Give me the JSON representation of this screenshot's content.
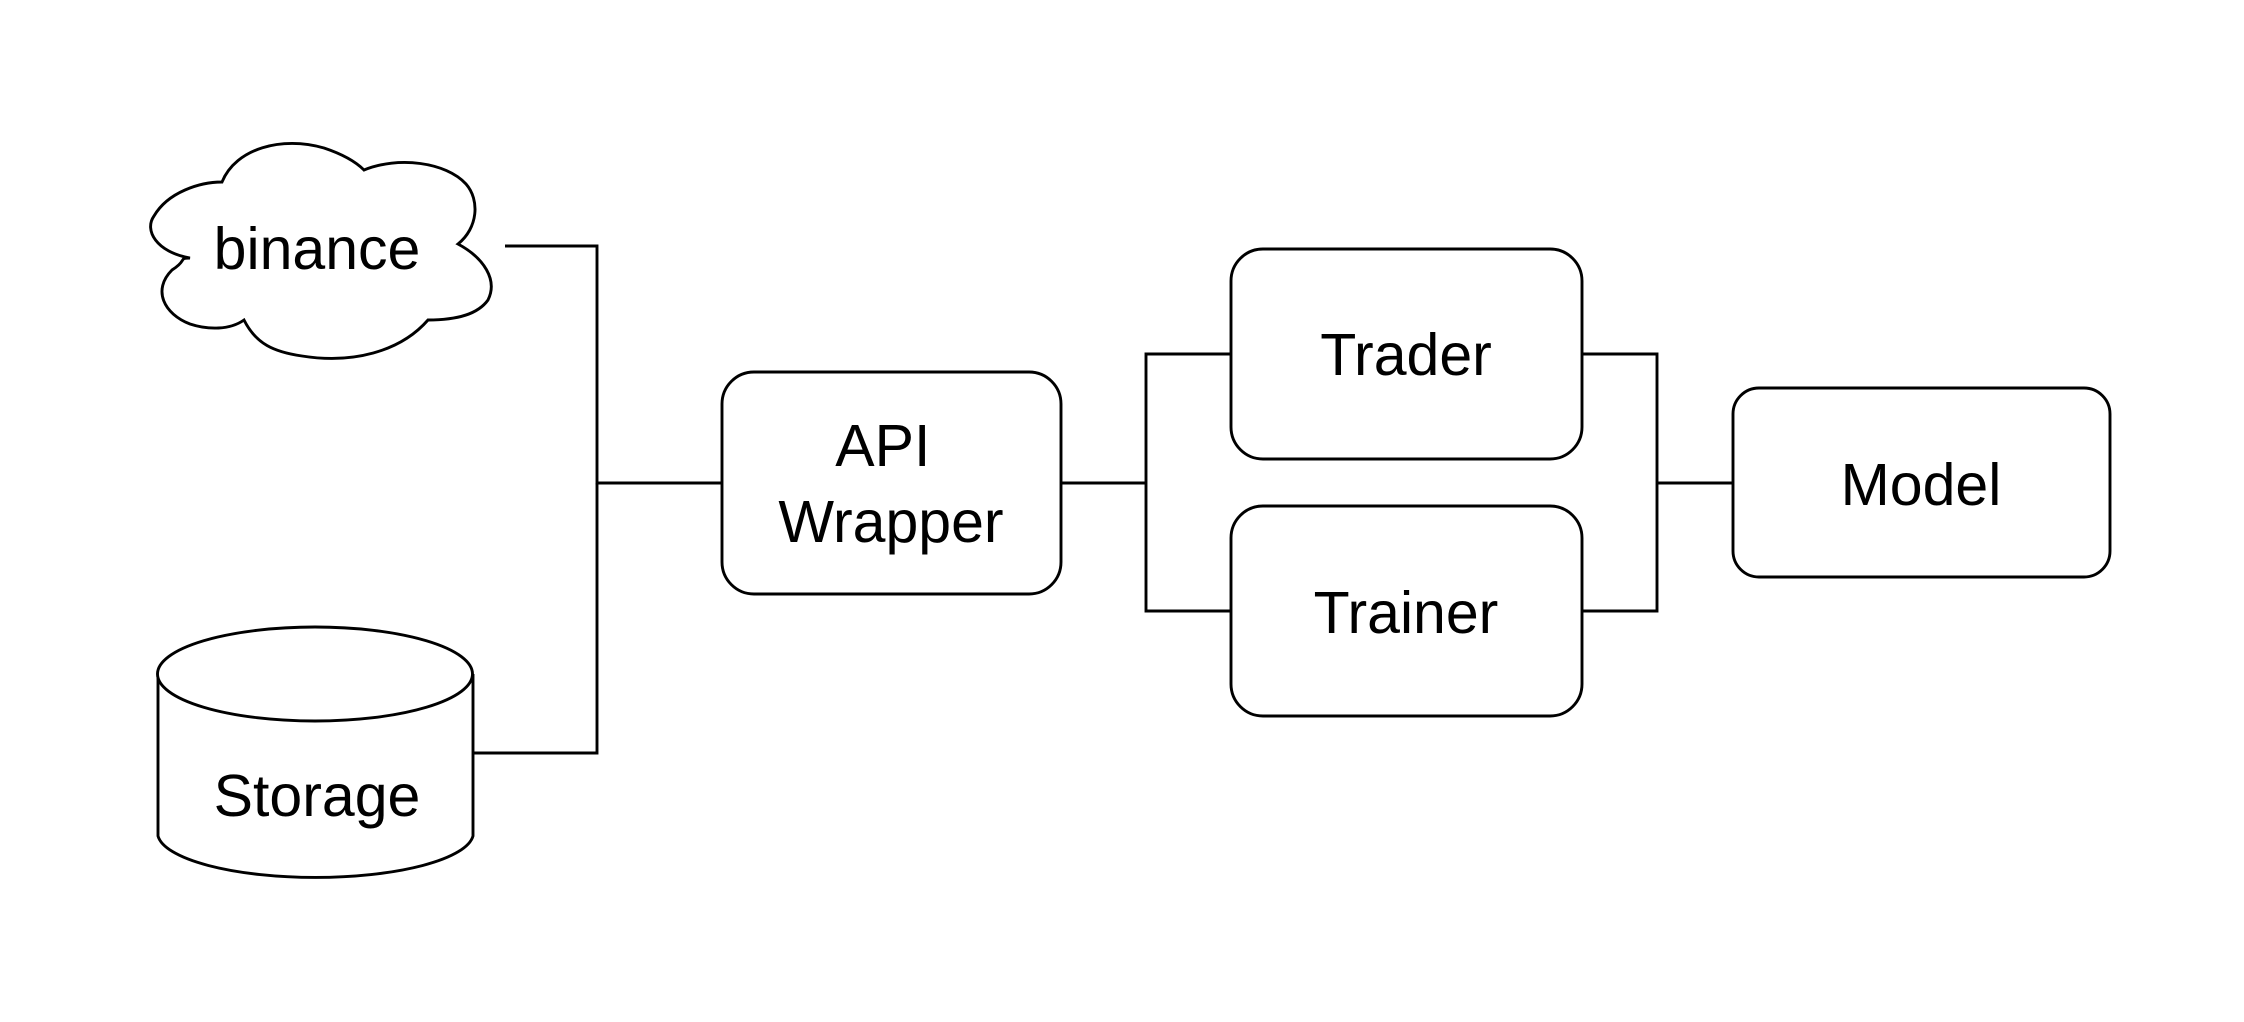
{
  "diagram": {
    "nodes": {
      "binance": {
        "label": "binance",
        "shape": "cloud"
      },
      "storage": {
        "label": "Storage",
        "shape": "cylinder"
      },
      "api_wrapper": {
        "label_line1": "API",
        "label_line2": "Wrapper",
        "shape": "rounded-rect"
      },
      "trader": {
        "label": "Trader",
        "shape": "rounded-rect"
      },
      "trainer": {
        "label": "Trainer",
        "shape": "rounded-rect"
      },
      "model": {
        "label": "Model",
        "shape": "rounded-rect"
      }
    },
    "edges": [
      {
        "from": "binance",
        "to": "api_wrapper"
      },
      {
        "from": "storage",
        "to": "api_wrapper"
      },
      {
        "from": "api_wrapper",
        "to": "trader"
      },
      {
        "from": "api_wrapper",
        "to": "trainer"
      },
      {
        "from": "trader",
        "to": "model"
      },
      {
        "from": "trainer",
        "to": "model"
      }
    ],
    "colors": {
      "stroke": "#000000",
      "fill": "#ffffff",
      "background": "#ffffff"
    }
  }
}
